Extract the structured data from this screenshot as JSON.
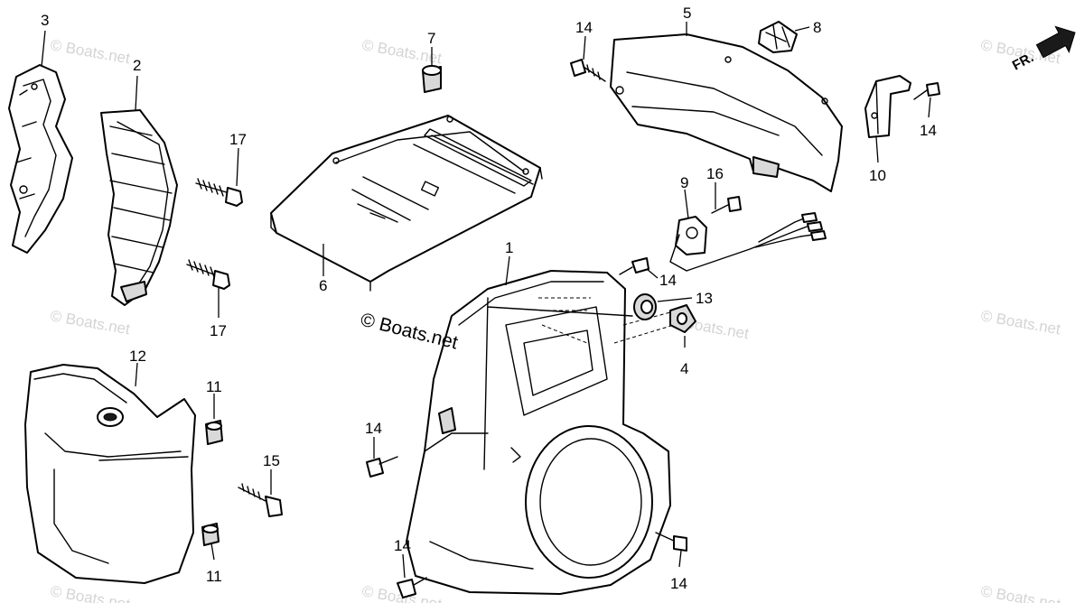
{
  "watermark": {
    "main": "© Boats.net",
    "faint": "© Boats.net"
  },
  "direction": {
    "label": "FR."
  },
  "callouts": {
    "c1": "1",
    "c2": "2",
    "c3": "3",
    "c4": "4",
    "c5": "5",
    "c6": "6",
    "c7": "7",
    "c8": "8",
    "c9": "9",
    "c10": "10",
    "c11a": "11",
    "c11b": "11",
    "c12": "12",
    "c13": "13",
    "c14a": "14",
    "c14b": "14",
    "c14c": "14",
    "c14d": "14",
    "c14e": "14",
    "c14f": "14",
    "c15": "15",
    "c16": "16",
    "c17a": "17",
    "c17b": "17"
  }
}
